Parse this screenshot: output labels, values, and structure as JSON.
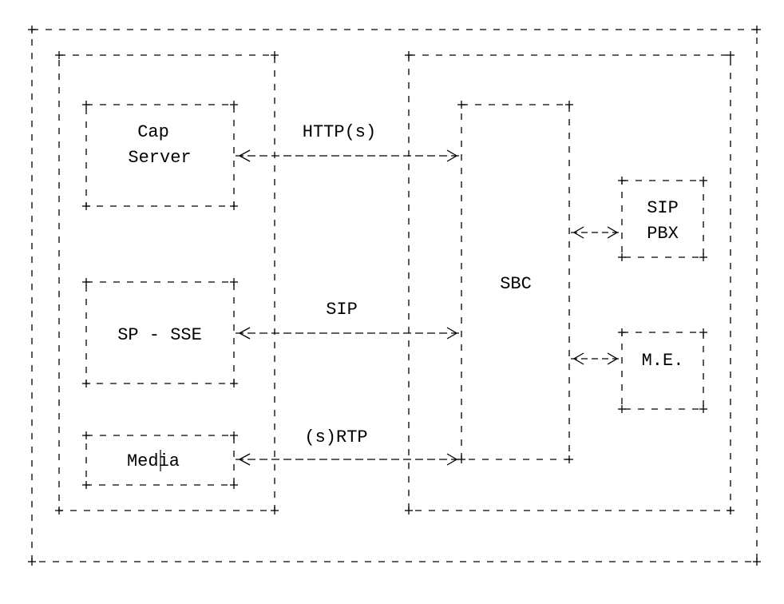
{
  "diagram": {
    "nodes": {
      "cap_server": {
        "line1": "Cap",
        "line2": "Server"
      },
      "sp_sse": {
        "label": "SP - SSE"
      },
      "media": {
        "label": "Media"
      },
      "sbc": {
        "label": "SBC"
      },
      "sip_pbx": {
        "line1": "SIP",
        "line2": "PBX"
      },
      "me": {
        "label": "M.E."
      }
    },
    "links": {
      "http": {
        "label": "HTTP(s)"
      },
      "sip": {
        "label": "SIP"
      },
      "rtp": {
        "label": "(s)RTP"
      }
    }
  }
}
